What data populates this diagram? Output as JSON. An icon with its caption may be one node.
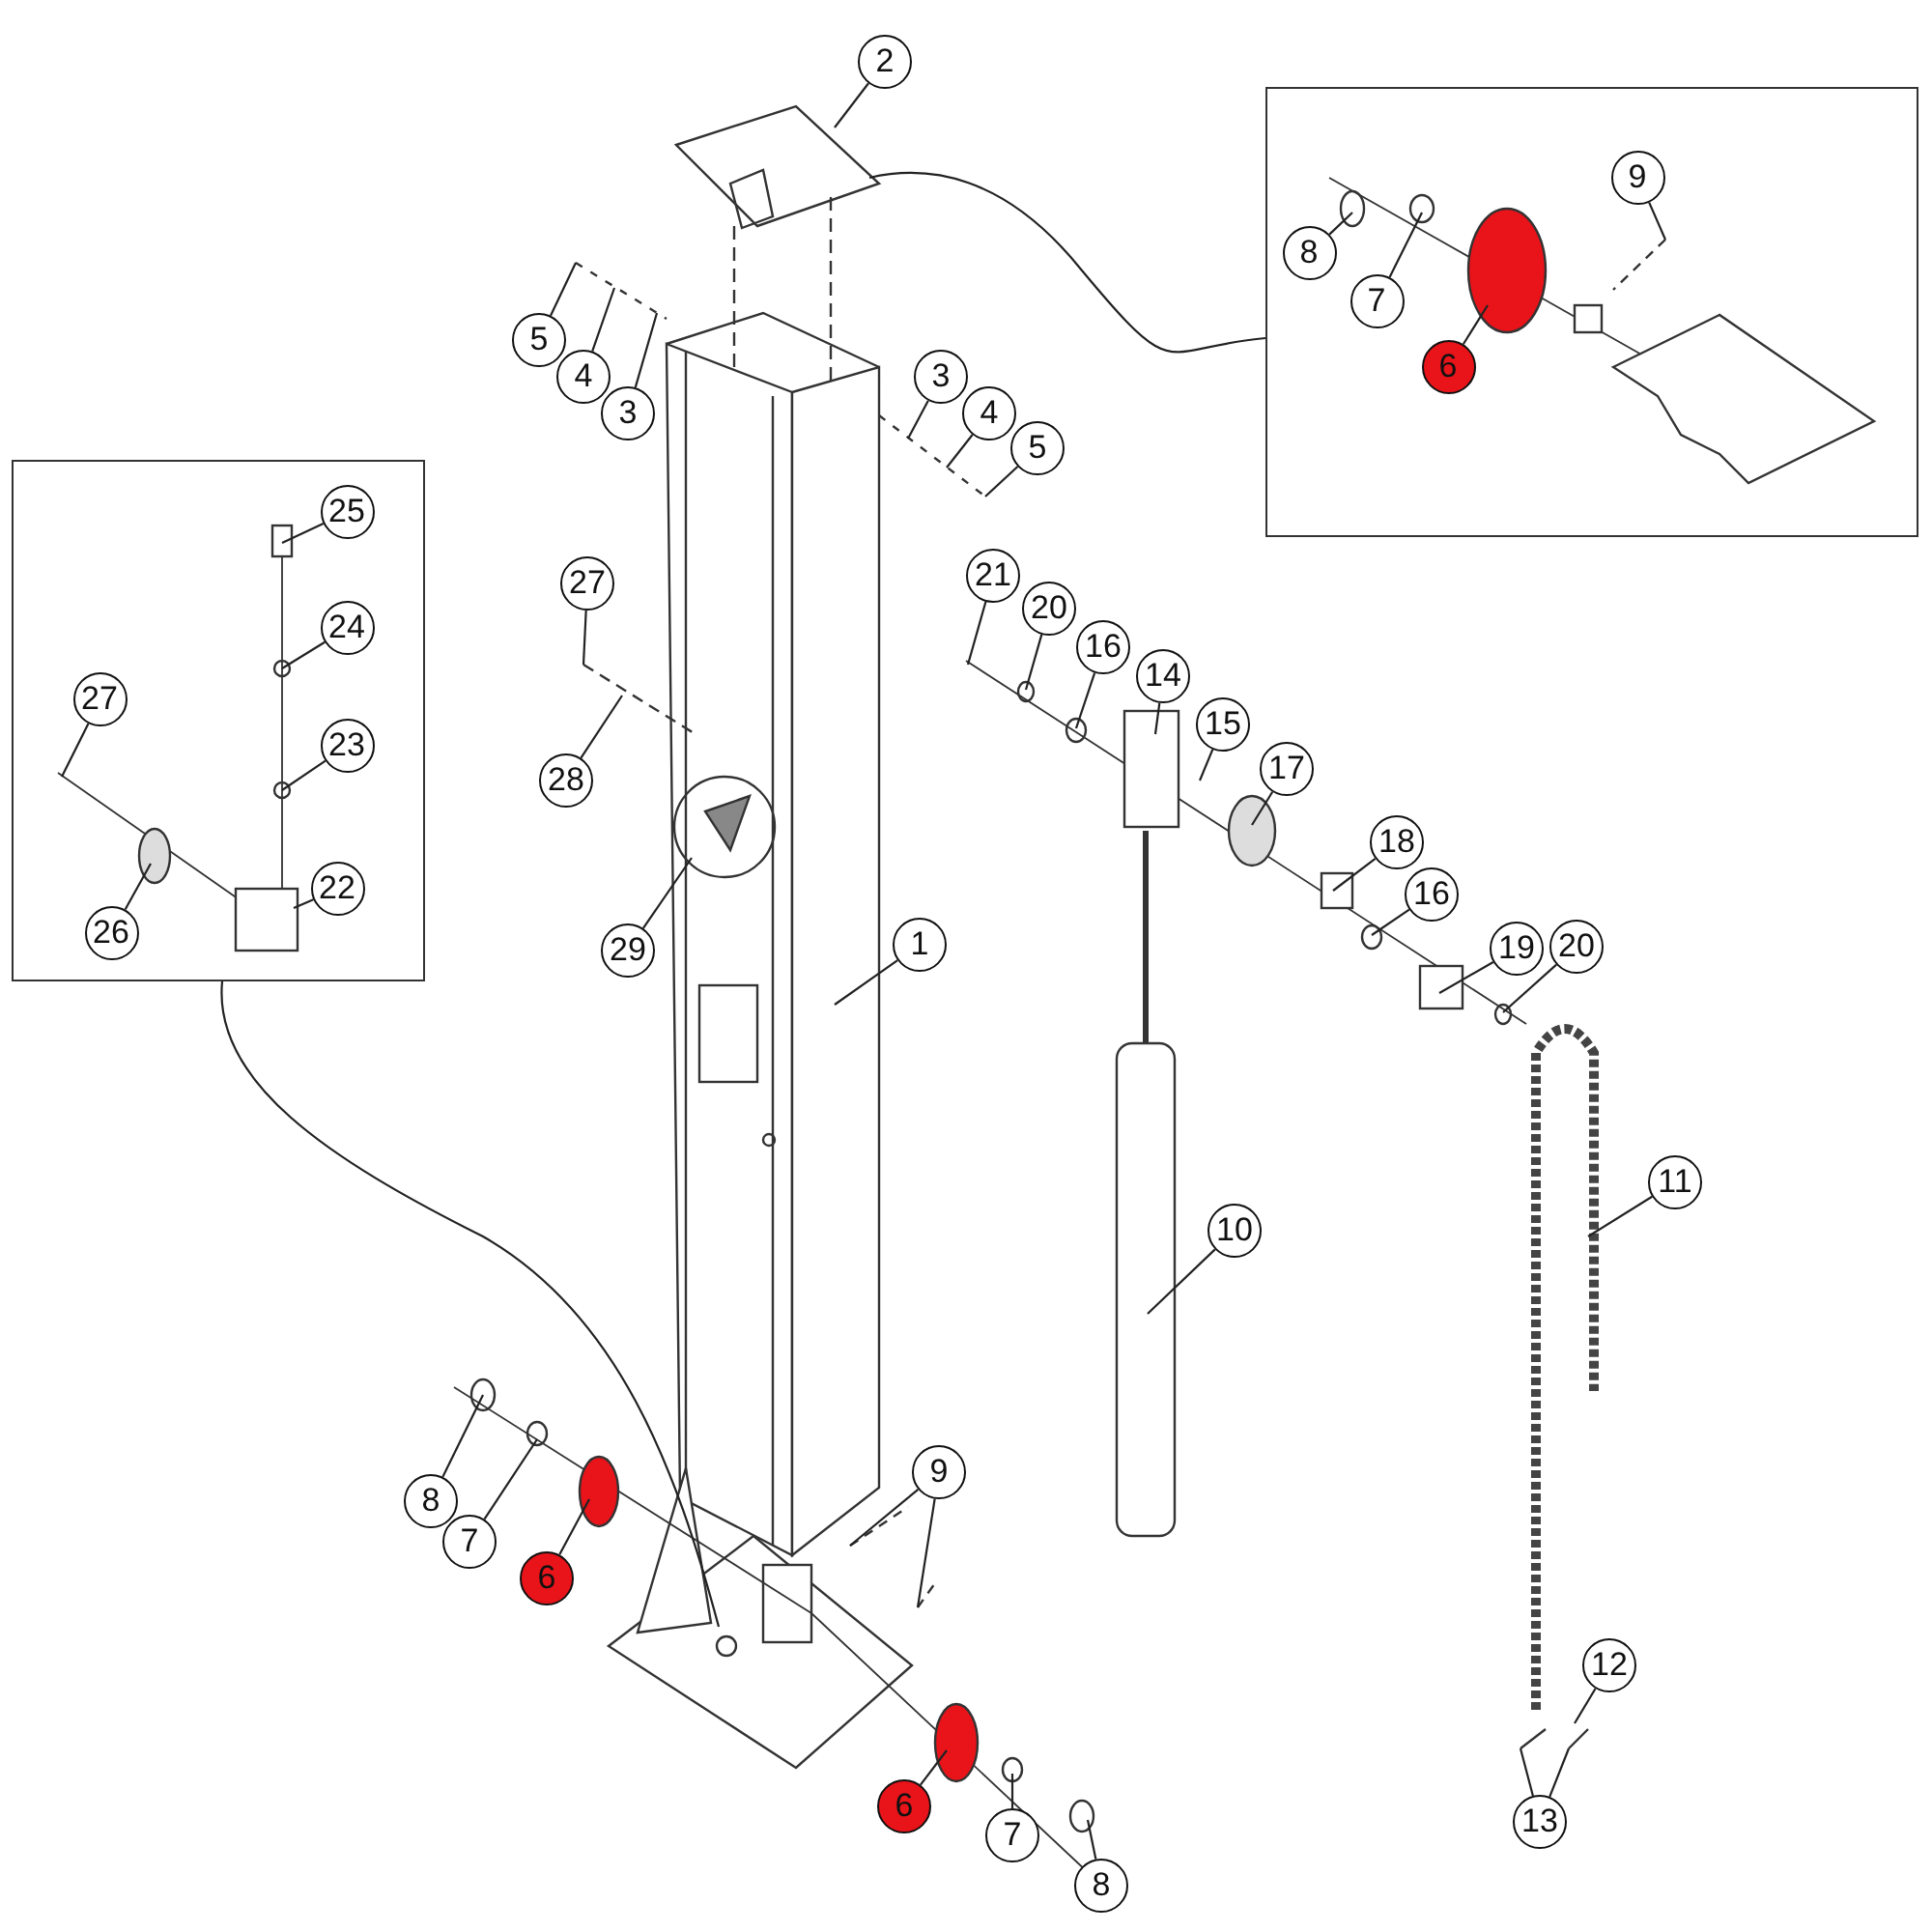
{
  "diagram": {
    "nodes": [
      {
        "text": [],
        "shape": "box"
      },
      {
        "text": [
          "8"
        ],
        "in": 0
      },
      {
        "text": [
          "7"
        ],
        "in": 0
      },
      {
        "text": [
          "9"
        ],
        "in": 0
      },
      {
        "text": [
          "6"
        ],
        "in": 0
      },
      {
        "text": [
          "2"
        ]
      },
      {
        "text": [
          "5"
        ]
      },
      {
        "text": [
          "4"
        ]
      },
      {
        "text": [
          "3"
        ]
      },
      {
        "text": [
          "3"
        ]
      },
      {
        "text": [
          "4"
        ]
      },
      {
        "text": [
          "5"
        ]
      },
      {
        "text": [],
        "shape": "box"
      },
      {
        "text": [
          "25"
        ],
        "in": 12
      },
      {
        "text": [
          "24"
        ],
        "in": 12
      },
      {
        "text": [
          "23"
        ],
        "in": 12
      },
      {
        "text": [
          "27"
        ],
        "in": 12
      },
      {
        "text": [
          "22"
        ],
        "in": 12
      },
      {
        "text": [
          "26"
        ],
        "in": 12
      },
      {
        "text": [
          "27"
        ]
      },
      {
        "text": [
          "21"
        ]
      },
      {
        "text": [
          "20"
        ]
      },
      {
        "text": [
          "16"
        ]
      },
      {
        "text": [
          "14"
        ]
      },
      {
        "text": [
          "28"
        ]
      },
      {
        "text": [
          "15"
        ]
      },
      {
        "text": [
          "17"
        ]
      },
      {
        "text": [
          "18"
        ]
      },
      {
        "text": [
          "16"
        ]
      },
      {
        "text": [
          "1"
        ]
      },
      {
        "text": [
          "29"
        ]
      },
      {
        "text": [
          "19"
        ]
      },
      {
        "text": [
          "20"
        ]
      },
      {
        "text": [
          "11"
        ]
      },
      {
        "text": [
          "10"
        ]
      },
      {
        "text": [
          "9"
        ]
      },
      {
        "text": [
          "8"
        ]
      },
      {
        "text": [
          "7"
        ]
      },
      {
        "text": [
          "6"
        ]
      },
      {
        "text": [
          "12"
        ]
      },
      {
        "text": [
          "6"
        ]
      },
      {
        "text": [
          "7"
        ]
      },
      {
        "text": [
          "8"
        ]
      },
      {
        "text": [
          "13"
        ]
      }
    ],
    "edges": [
      {
        "from": 0,
        "to": null,
        "arrow": "none"
      },
      {
        "from": 1,
        "to": null,
        "arrow": "none"
      },
      {
        "from": 2,
        "to": null,
        "arrow": "none"
      },
      {
        "from": 3,
        "to": null,
        "arrow": "none"
      },
      {
        "from": 4,
        "to": null,
        "arrow": "none"
      },
      {
        "from": 5,
        "to": null,
        "arrow": "none"
      },
      {
        "from": 6,
        "to": null,
        "arrow": "none"
      },
      {
        "from": 7,
        "to": null,
        "arrow": "none"
      },
      {
        "from": 8,
        "to": null,
        "arrow": "none"
      },
      {
        "from": 9,
        "to": null,
        "arrow": "none"
      },
      {
        "from": 10,
        "to": null,
        "arrow": "none"
      },
      {
        "from": 11,
        "to": null,
        "arrow": "none"
      },
      {
        "from": 12,
        "to": null,
        "arrow": "none"
      },
      {
        "from": 13,
        "to": null,
        "arrow": "none"
      },
      {
        "from": 14,
        "to": null,
        "arrow": "none"
      },
      {
        "from": 15,
        "to": null,
        "arrow": "none"
      },
      {
        "from": 16,
        "to": null,
        "arrow": "none"
      },
      {
        "from": 17,
        "to": null,
        "arrow": "none"
      },
      {
        "from": 18,
        "to": null,
        "arrow": "none"
      },
      {
        "from": 19,
        "to": null,
        "arrow": "none"
      },
      {
        "from": 20,
        "to": null,
        "arrow": "none"
      },
      {
        "from": 21,
        "to": null,
        "arrow": "none"
      },
      {
        "from": 22,
        "to": null,
        "arrow": "none"
      },
      {
        "from": 23,
        "to": null,
        "arrow": "none"
      },
      {
        "from": 24,
        "to": null,
        "arrow": "none"
      },
      {
        "from": 25,
        "to": null,
        "arrow": "none"
      },
      {
        "from": 26,
        "to": null,
        "arrow": "none"
      },
      {
        "from": 27,
        "to": null,
        "arrow": "none"
      },
      {
        "from": 28,
        "to": null,
        "arrow": "none"
      },
      {
        "from": 29,
        "to": null,
        "arrow": "none"
      },
      {
        "from": 30,
        "to": null,
        "arrow": "none"
      },
      {
        "from": 31,
        "to": null,
        "arrow": "none"
      },
      {
        "from": 32,
        "to": null,
        "arrow": "none"
      },
      {
        "from": 33,
        "to": null,
        "arrow": "none"
      },
      {
        "from": 34,
        "to": null,
        "arrow": "none"
      },
      {
        "from": 35,
        "to": null,
        "arrow": "none"
      },
      {
        "from": 35,
        "to": null,
        "arrow": "none"
      },
      {
        "from": 36,
        "to": null,
        "arrow": "none"
      },
      {
        "from": 37,
        "to": null,
        "arrow": "none"
      },
      {
        "from": 38,
        "to": null,
        "arrow": "none"
      },
      {
        "from": 39,
        "to": null,
        "arrow": "none"
      },
      {
        "from": 40,
        "to": null,
        "arrow": "none"
      },
      {
        "from": 41,
        "to": null,
        "arrow": "none"
      },
      {
        "from": 42,
        "to": null,
        "arrow": "none"
      },
      {
        "from": 43,
        "to": null,
        "arrow": "none"
      },
      {
        "from": 43,
        "to": null,
        "arrow": "none"
      }
    ]
  }
}
